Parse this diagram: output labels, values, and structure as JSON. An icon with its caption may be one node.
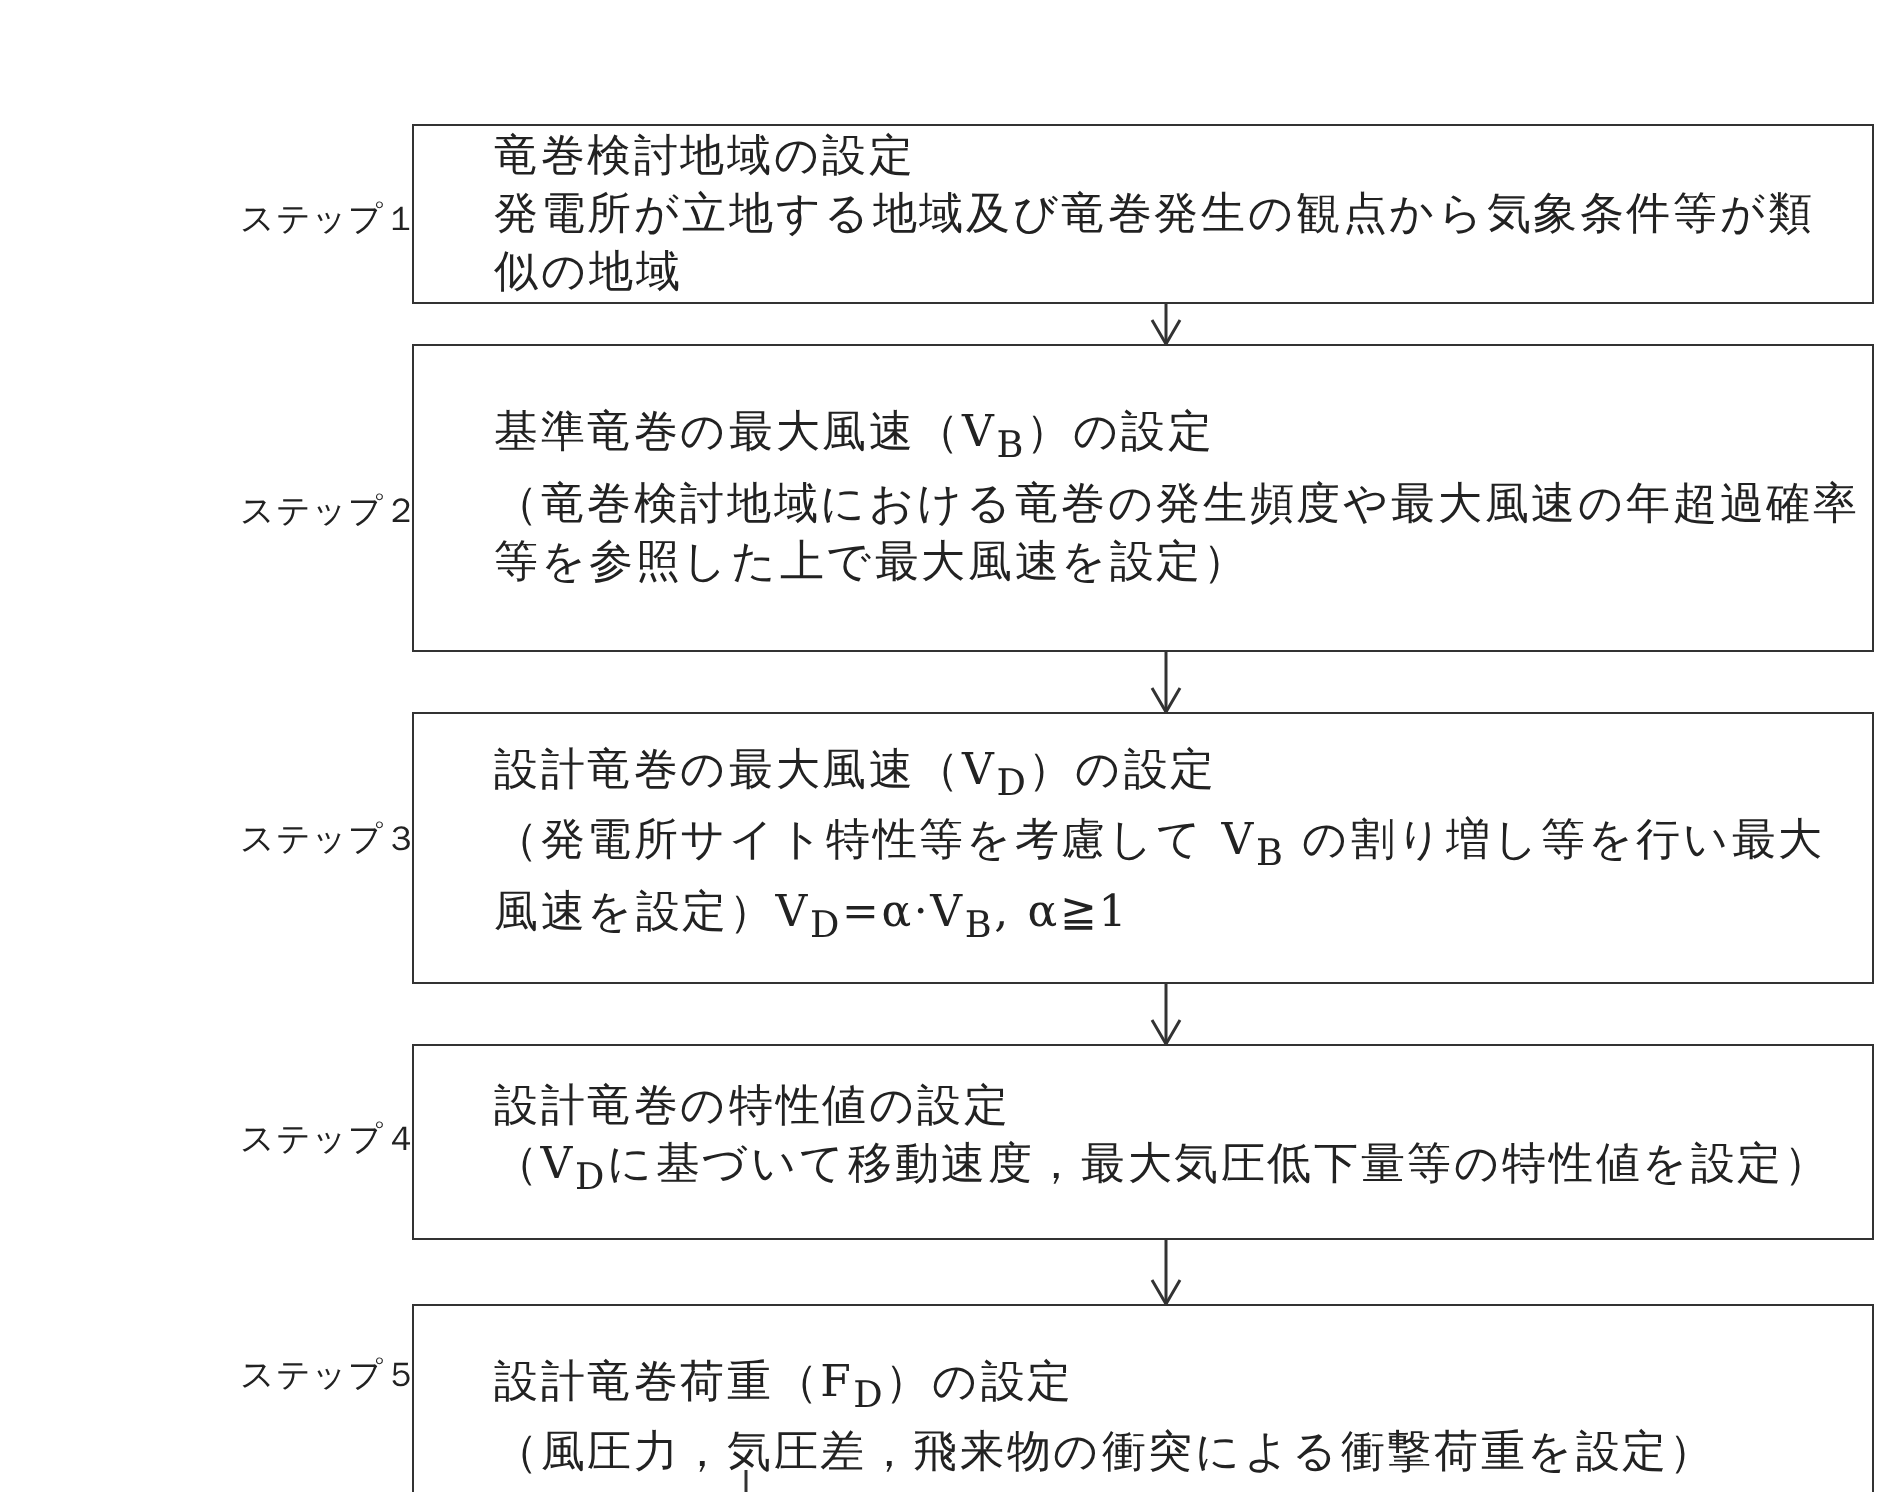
{
  "diagram": {
    "nodes": [
      {
        "text": [
          "竜巻検討地域の設定",
          "発電所が立地する地域及び竜巻発生の観点から気象条件等が類似の地域"
        ],
        "beside": [
          "ステップ１"
        ]
      },
      {
        "text": [
          "基準竜巻の最大風速（V$_{B}$）の設定",
          "（竜巻検討地域における竜巻の発生頻度や最大風速の年超過確率等を参照した上で最大風速を設定）"
        ],
        "beside": [
          "ステップ２"
        ]
      },
      {
        "text": [
          "設計竜巻の最大風速（V$_{D}$）の設定",
          "（発電所サイト特性等を考慮して V$_{B}$ の割り増し等を行い最大風速を設定）V$_{D}$=α·V$_{B}$, α≧1"
        ],
        "beside": [
          "ステップ３"
        ]
      },
      {
        "text": [
          "設計竜巻の特性値の設定",
          "（V$_{D}$に基づいて移動速度，最大気圧低下量等の特性値を設定）"
        ],
        "beside": [
          "ステップ４"
        ]
      },
      {
        "text": [
          "設計竜巻荷重（F$_{D}$）の設定",
          "（風圧力，気圧差，飛来物の衝突による衝撃荷重を設定）"
        ],
        "beside": [
          "ステップ５"
        ]
      }
    ],
    "edges": [
      {
        "from": 0,
        "to": 1,
        "arrow": "to"
      },
      {
        "from": 1,
        "to": 2,
        "arrow": "to"
      },
      {
        "from": 2,
        "to": 3,
        "arrow": "to"
      },
      {
        "from": 3,
        "to": 4,
        "arrow": "to"
      },
      {
        "from": 4,
        "to": null,
        "arrow": "none"
      }
    ]
  }
}
